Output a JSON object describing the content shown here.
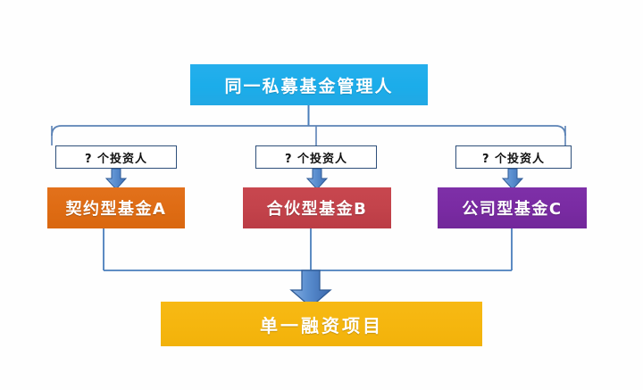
{
  "diagram": {
    "title_box": {
      "label": "同一私募基金管理人",
      "fill": "#1badea",
      "text_color": "#ffffff"
    },
    "investor_labels": [
      {
        "label": "? 个投资人",
        "border": "#2e4f7a",
        "fill": "#ffffff",
        "text_color": "#111111"
      },
      {
        "label": "? 个投资人",
        "border": "#2e4f7a",
        "fill": "#ffffff",
        "text_color": "#111111"
      },
      {
        "label": "? 个投资人",
        "border": "#2e4f7a",
        "fill": "#ffffff",
        "text_color": "#111111"
      }
    ],
    "funds": [
      {
        "label": "契约型基金A",
        "fill": "#df6c14",
        "text_color": "#ffffff"
      },
      {
        "label": "合伙型基金B",
        "fill": "#c3434b",
        "text_color": "#ffffff"
      },
      {
        "label": "公司型基金C",
        "fill": "#7a2ba3",
        "text_color": "#ffffff"
      }
    ],
    "project_box": {
      "label": "单一融资项目",
      "fill": "#f5b60f",
      "text_color": "#ffffff"
    },
    "connectors": {
      "line_color": "#4a7ebb",
      "arrow_fill": "#5b8fd0",
      "arrow_stroke": "#2f5b96",
      "bracket_color": "#5b82b5"
    }
  }
}
